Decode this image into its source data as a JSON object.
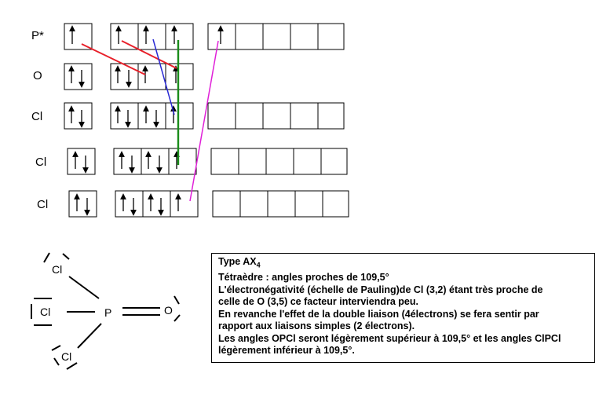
{
  "rows": [
    {
      "label": "P*"
    },
    {
      "label": "O"
    },
    {
      "label": "Cl"
    },
    {
      "label": "Cl"
    },
    {
      "label": "Cl"
    }
  ],
  "colors": {
    "red": "#e8202a",
    "blue": "#2a2ad4",
    "green": "#1a8c1a",
    "magenta": "#e020d8"
  },
  "molecule": {
    "atoms": {
      "cl_top": "Cl",
      "cl_left": "Cl",
      "cl_bottom": "Cl",
      "p": "P",
      "o": "O"
    }
  },
  "textbox": {
    "title_main": "Type AX",
    "title_sub": "4",
    "lines": [
      "Tétraèdre : angles proches de 109,5°",
      "L'électronégativité (échelle de Pauling)de Cl (3,2) étant très proche de",
      "celle de O (3,5) ce facteur interviendra peu.",
      "En revanche l'effet de la double liaison (4électrons) se fera sentir par",
      "rapport aux liaisons simples (2 électrons).",
      "Les angles OPCl seront légèrement supérieur à 109,5° et les angles ClPCl",
      "légèrement inférieur à 109,5°."
    ]
  }
}
